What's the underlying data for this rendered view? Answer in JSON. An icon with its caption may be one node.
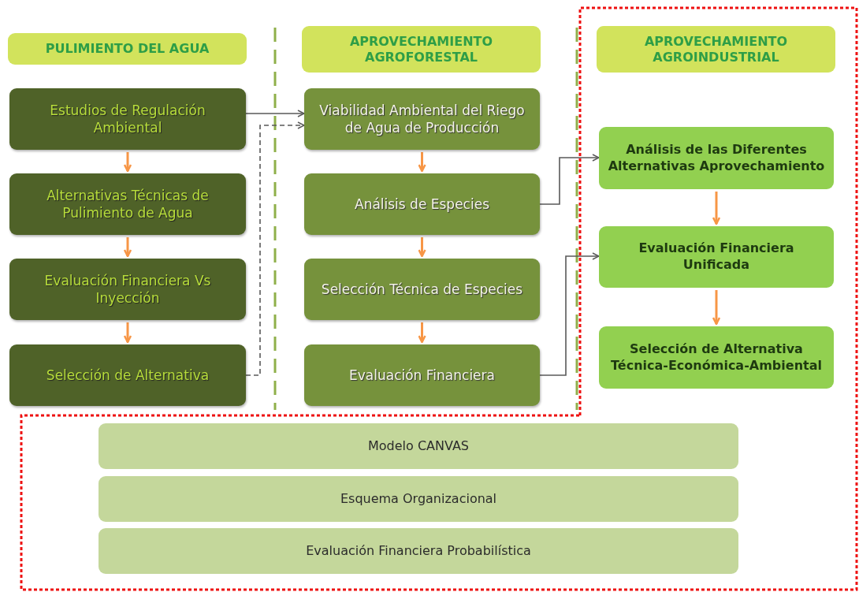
{
  "diagram": {
    "nodes": [
      {
        "text": [
          "PULIMIENTO DEL AGUA"
        ]
      },
      {
        "text": [
          "Estudios de Regulación Ambiental"
        ]
      },
      {
        "text": [
          "Alternativas Técnicas de Pulimiento de Agua"
        ]
      },
      {
        "text": [
          "Evaluación Financiera Vs Inyección"
        ]
      },
      {
        "text": [
          "Selección de Alternativa"
        ]
      },
      {
        "text": [
          "APROVECHAMIENTO AGROFORESTAL"
        ]
      },
      {
        "text": [
          "Viabilidad Ambiental del Riego de Agua de Producción"
        ]
      },
      {
        "text": [
          "Análisis de Especies"
        ]
      },
      {
        "text": [
          "Selección Técnica de Especies"
        ]
      },
      {
        "text": [
          "Evaluación Financiera"
        ]
      },
      {
        "text": [
          "APROVECHAMIENTO AGROINDUSTRIAL"
        ]
      },
      {
        "text": [
          "Análisis de las Diferentes Alternativas Aprovechamiento"
        ]
      },
      {
        "text": [
          "Evaluación Financiera Unificada"
        ]
      },
      {
        "text": [
          "Selección de Alternativa Técnica-Económica-Ambiental"
        ]
      },
      {
        "text": [
          "Modelo CANVAS"
        ]
      },
      {
        "text": [
          "Esquema Organizacional"
        ]
      },
      {
        "text": [
          "Evaluación Financiera Probabilística"
        ]
      }
    ],
    "edges": [
      {
        "from": 1,
        "to": 2,
        "arrow": "to"
      },
      {
        "from": 2,
        "to": 3,
        "arrow": "to"
      },
      {
        "from": 3,
        "to": 4,
        "arrow": "to"
      },
      {
        "from": 1,
        "to": 6,
        "arrow": "to",
        "color": "#595959"
      },
      {
        "from": 4,
        "to": 6,
        "arrow": "to",
        "style": "dashed",
        "color": "#595959"
      },
      {
        "from": 6,
        "to": 7,
        "arrow": "to"
      },
      {
        "from": 7,
        "to": 8,
        "arrow": "to"
      },
      {
        "from": 8,
        "to": 9,
        "arrow": "to"
      },
      {
        "from": 7,
        "to": 11,
        "arrow": "to",
        "color": "#595959"
      },
      {
        "from": 9,
        "to": 12,
        "arrow": "to",
        "color": "#595959"
      },
      {
        "from": 11,
        "to": 12,
        "arrow": "to"
      },
      {
        "from": 12,
        "to": 13,
        "arrow": "to"
      }
    ]
  }
}
